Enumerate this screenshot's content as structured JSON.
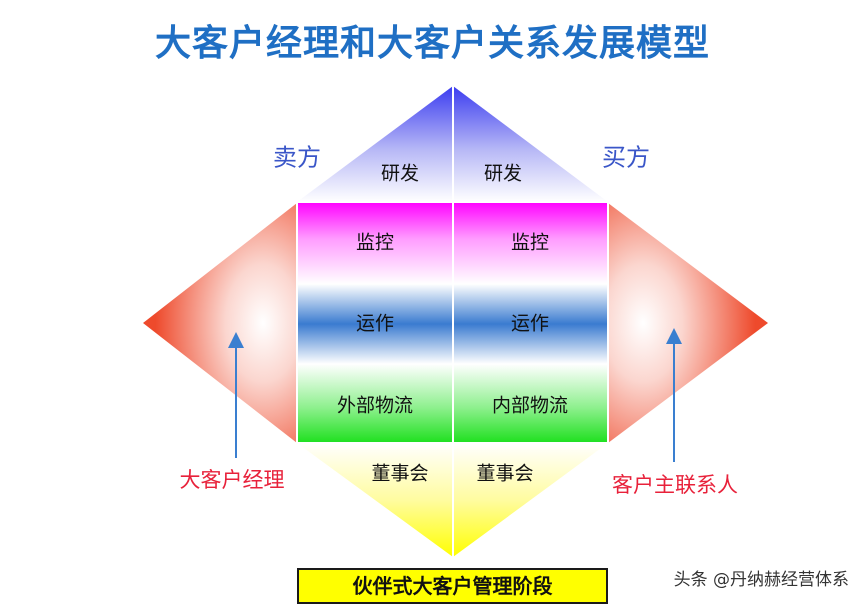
{
  "title": "大客户经理和大客户关系发展模型",
  "sides": {
    "seller": "卖方",
    "buyer": "买方"
  },
  "rows": [
    {
      "left": "研发",
      "right": "研发"
    },
    {
      "left": "监控",
      "right": "监控"
    },
    {
      "left": "运作",
      "right": "运作"
    },
    {
      "left": "外部物流",
      "right": "内部物流"
    },
    {
      "left": "董事会",
      "right": "董事会"
    }
  ],
  "roles": {
    "left": "大客户经理",
    "right": "客户主联系人"
  },
  "stage_label": "伙伴式大客户管理阶段",
  "watermark": "头条 @丹纳赫经营体系",
  "colors": {
    "title": "#1f6fc4",
    "top_triangle": "#5a5cf0",
    "band_monitor": "#ff00ff",
    "band_operation": "#3a7bd0",
    "band_logistics": "#22e022",
    "bottom_triangle": "#ffff00",
    "side_wings": "#f04a30",
    "role_text": "#e8213a"
  }
}
